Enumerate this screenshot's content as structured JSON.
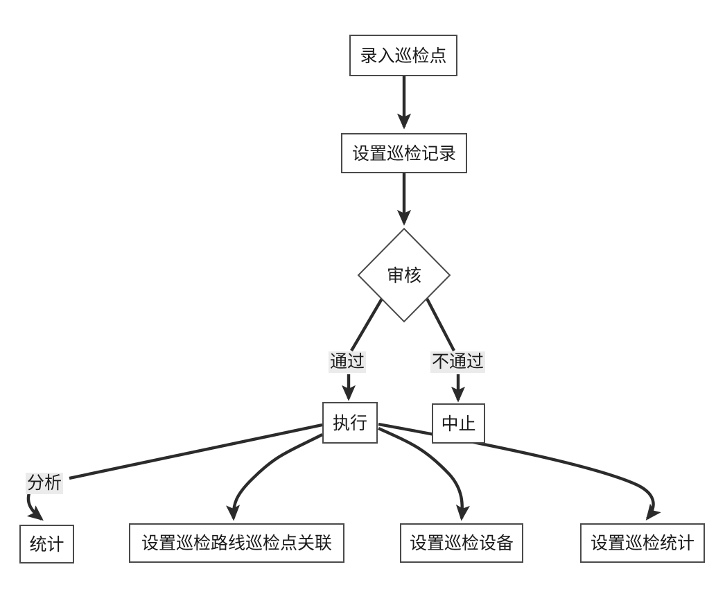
{
  "diagram": {
    "type": "flowchart",
    "title": "",
    "background_color": "#ffffff",
    "node_border_color": "#4a4a4a",
    "edge_color": "#2b2b2b",
    "edge_label_background": "#ebebeb",
    "text_color": "#1a1a1a",
    "nodes": [
      {
        "id": "n1",
        "label": "录入巡检点",
        "shape": "rectangle"
      },
      {
        "id": "n2",
        "label": "设置巡检记录",
        "shape": "rectangle"
      },
      {
        "id": "n3",
        "label": "审核",
        "shape": "diamond"
      },
      {
        "id": "n4",
        "label": "执行",
        "shape": "rectangle"
      },
      {
        "id": "n5",
        "label": "中止",
        "shape": "rectangle"
      },
      {
        "id": "n6",
        "label": "统计",
        "shape": "rectangle"
      },
      {
        "id": "n7",
        "label": "设置巡检路线巡检点关联",
        "shape": "rectangle"
      },
      {
        "id": "n8",
        "label": "设置巡检设备",
        "shape": "rectangle"
      },
      {
        "id": "n9",
        "label": "设置巡检统计",
        "shape": "rectangle"
      }
    ],
    "edges": [
      {
        "from": "n1",
        "to": "n2",
        "label": ""
      },
      {
        "from": "n2",
        "to": "n3",
        "label": ""
      },
      {
        "from": "n3",
        "to": "n4",
        "label": "通过"
      },
      {
        "from": "n3",
        "to": "n5",
        "label": "不通过"
      },
      {
        "from": "n4",
        "to": "n6",
        "label": "分析"
      },
      {
        "from": "n4",
        "to": "n7",
        "label": ""
      },
      {
        "from": "n4",
        "to": "n8",
        "label": ""
      },
      {
        "from": "n4",
        "to": "n9",
        "label": ""
      }
    ],
    "edge_labels": {
      "pass": "通过",
      "fail": "不通过",
      "analysis": "分析"
    }
  }
}
